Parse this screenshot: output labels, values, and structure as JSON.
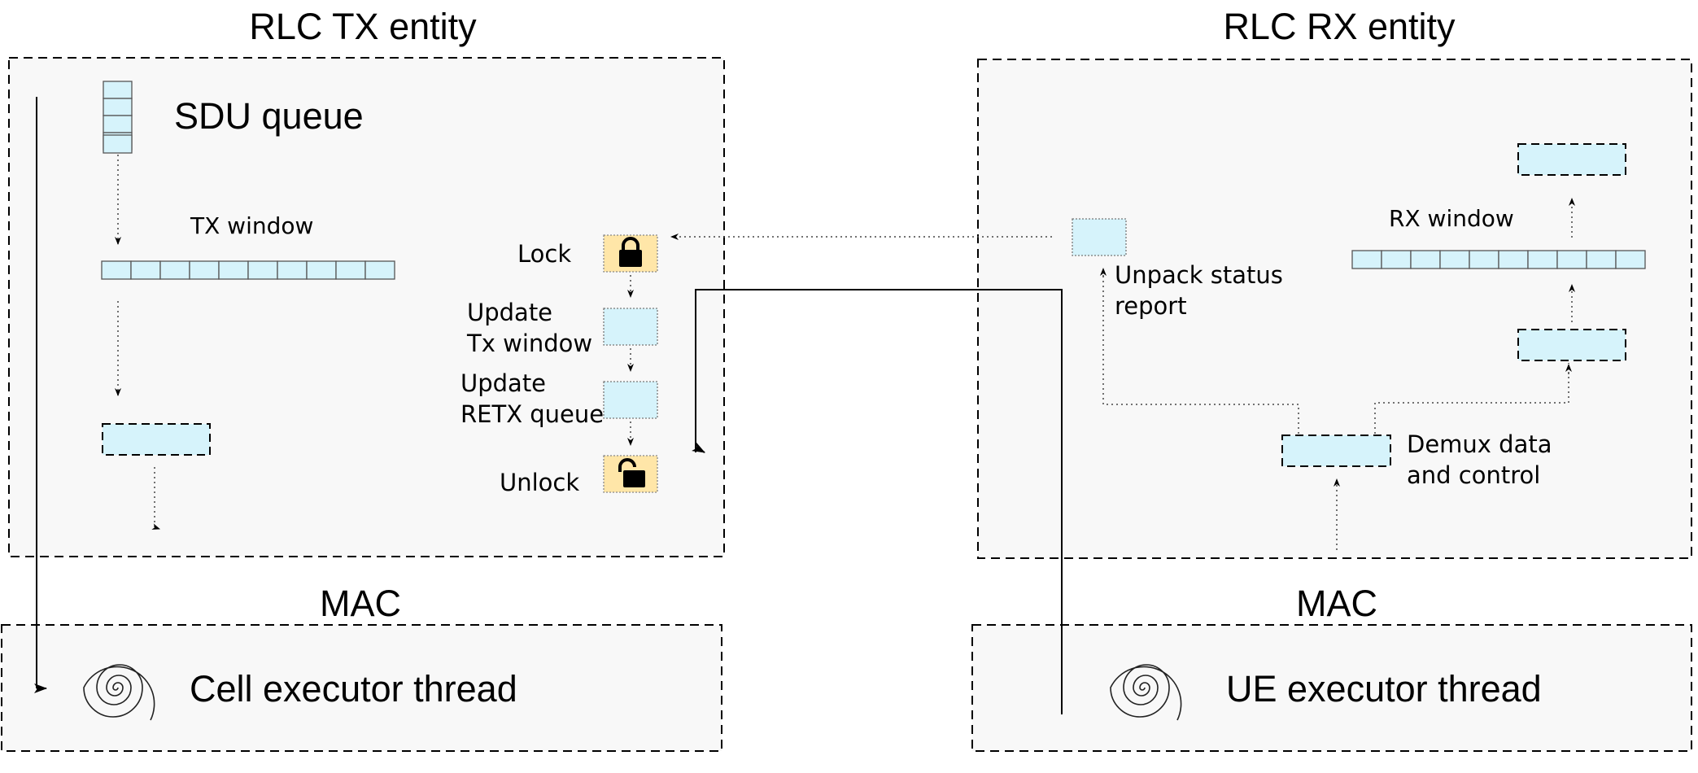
{
  "tx_entity": {
    "title": "RLC TX entity",
    "sdu_queue": "SDU queue",
    "tx_window": "TX window",
    "lock": "Lock",
    "update_tx_window": [
      "Update",
      "Tx window"
    ],
    "update_retx_queue": [
      "Update",
      "RETX queue"
    ],
    "unlock": "Unlock"
  },
  "rx_entity": {
    "title": "RLC RX entity",
    "rx_window": "RX window",
    "unpack_status_report": [
      "Unpack status",
      "report"
    ],
    "demux": [
      "Demux data",
      "and control"
    ]
  },
  "mac_left": {
    "title": "MAC",
    "thread": "Cell executor thread"
  },
  "mac_right": {
    "title": "MAC",
    "thread": "UE executor thread"
  },
  "icons": {
    "lock": "padlock-closed-icon",
    "unlock": "padlock-open-icon",
    "thread": "spiral-thread-icon"
  },
  "colors": {
    "cell_fill": "#d6f3fb",
    "lock_fill": "#ffe6a8",
    "region_fill": "#f8f8f8"
  }
}
